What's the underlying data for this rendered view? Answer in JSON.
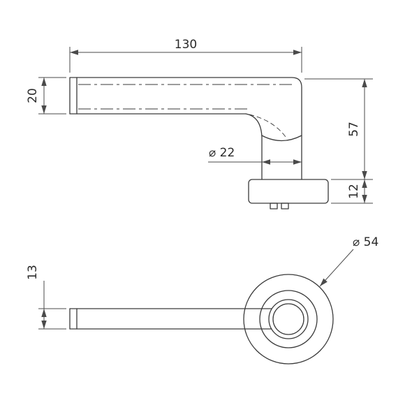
{
  "drawing": {
    "side_view": {
      "length": "130",
      "bar_height": "20",
      "neck_diameter": "⌀ 22",
      "height_to_rose": "57",
      "rose_thickness": "12"
    },
    "front_view": {
      "lever_thickness": "13",
      "rose_diameter": "⌀ 54"
    },
    "colors": {
      "object_line": "#3a3a3a",
      "dimension_line": "#4a4a4a",
      "text": "#2a2a2a",
      "background": "#ffffff"
    }
  }
}
